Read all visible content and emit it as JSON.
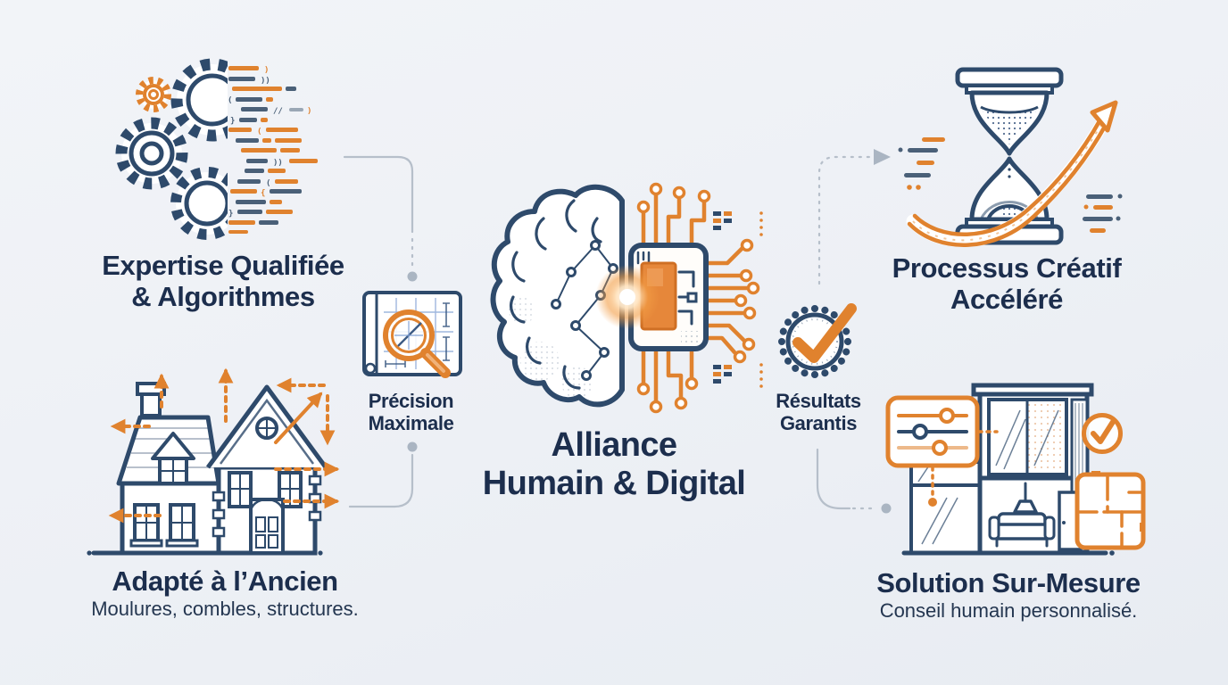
{
  "palette": {
    "navy": "#2e4a6b",
    "text_navy": "#1c2e4d",
    "orange": "#e0822e",
    "orange_light": "#f0b27a",
    "connector_gray": "#b6bfca",
    "background": "#edf0f5"
  },
  "center": {
    "title_line1": "Alliance",
    "title_line2": "Humain & Digital"
  },
  "features": {
    "expertise": {
      "line1": "Expertise Qualifiée",
      "line2": "& Algorithmes"
    },
    "precision": {
      "line1": "Précision",
      "line2": "Maximale"
    },
    "ancien": {
      "title": "Adapté à l’Ancien",
      "subtitle": "Moulures, combles, structures."
    },
    "processus": {
      "line1": "Processus Créatif",
      "line2": "Accéléré"
    },
    "resultats": {
      "line1": "Résultats",
      "line2": "Garantis"
    },
    "surmesure": {
      "title": "Solution Sur-Mesure",
      "subtitle": "Conseil humain personnalisé."
    }
  },
  "code_glyphs": [
    ")",
    "))",
    "(",
    "//",
    ")",
    "}",
    "(",
    "))",
    "(",
    "{",
    "}"
  ]
}
